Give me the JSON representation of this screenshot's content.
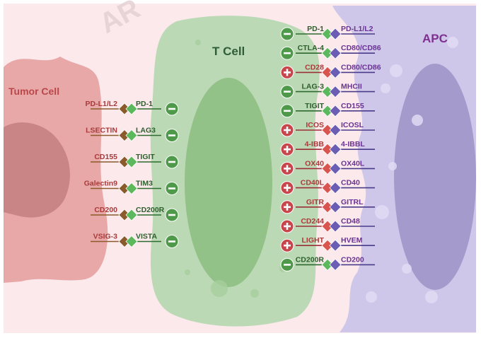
{
  "diagram": {
    "watermark": "AR",
    "cells": {
      "tumor": {
        "label": "Tumor Cell"
      },
      "tcell": {
        "label": "T Cell"
      },
      "apc": {
        "label": "APC"
      }
    },
    "colors": {
      "background": "#fbe9ec",
      "tumor_fill": "#e9a8a8",
      "tumor_nucleus": "#c98585",
      "tumor_text": "#b8474a",
      "tcell_fill": "#bcd9b6",
      "tcell_nucleus": "#92c287",
      "tcell_text": "#2f5d35",
      "apc_fill": "#cfc7ea",
      "apc_nucleus": "#a49bcc",
      "apc_text": "#7f2f8f",
      "inhibitory": "#4e9a4a",
      "stimulatory": "#c8454c",
      "receptor_green": "#5cb85c",
      "receptor_red": "#d9534f",
      "ligand_brown": "#8b5a2b",
      "ligand_purple": "#6b5db3",
      "red_label": "#a83a3a",
      "green_label": "#2c5f2c",
      "purple_label": "#6a3294"
    },
    "tumor_pairs": [
      {
        "ligand": "PD-L1/L2",
        "receptor": "PD-1",
        "signal": "inhibitory"
      },
      {
        "ligand": "LSECTIN",
        "receptor": "LAG3",
        "signal": "inhibitory"
      },
      {
        "ligand": "CD155",
        "receptor": "TIGIT",
        "signal": "inhibitory"
      },
      {
        "ligand": "Galectin9",
        "receptor": "TIM3",
        "signal": "inhibitory"
      },
      {
        "ligand": "CD200",
        "receptor": "CD200R",
        "signal": "inhibitory"
      },
      {
        "ligand": "VSIG-3",
        "receptor": "VISTA",
        "signal": "inhibitory"
      }
    ],
    "apc_pairs": [
      {
        "receptor": "PD-1",
        "ligand": "PD-L1/L2",
        "signal": "inhibitory"
      },
      {
        "receptor": "CTLA-4",
        "ligand": "CD80/CD86",
        "signal": "inhibitory"
      },
      {
        "receptor": "CD28",
        "ligand": "CD80/CD86",
        "signal": "stimulatory"
      },
      {
        "receptor": "LAG-3",
        "ligand": "MHCII",
        "signal": "inhibitory"
      },
      {
        "receptor": "TIGIT",
        "ligand": "CD155",
        "signal": "inhibitory"
      },
      {
        "receptor": "ICOS",
        "ligand": "ICOSL",
        "signal": "stimulatory"
      },
      {
        "receptor": "4-IBB",
        "ligand": "4-IBBL",
        "signal": "stimulatory"
      },
      {
        "receptor": "OX40",
        "ligand": "OX40L",
        "signal": "stimulatory"
      },
      {
        "receptor": "CD40L",
        "ligand": "CD40",
        "signal": "stimulatory"
      },
      {
        "receptor": "GITR",
        "ligand": "GITRL",
        "signal": "stimulatory"
      },
      {
        "receptor": "CD244",
        "ligand": "CD48",
        "signal": "stimulatory"
      },
      {
        "receptor": "LIGHT",
        "ligand": "HVEM",
        "signal": "stimulatory"
      },
      {
        "receptor": "CD200R",
        "ligand": "CD200",
        "signal": "inhibitory"
      }
    ]
  }
}
